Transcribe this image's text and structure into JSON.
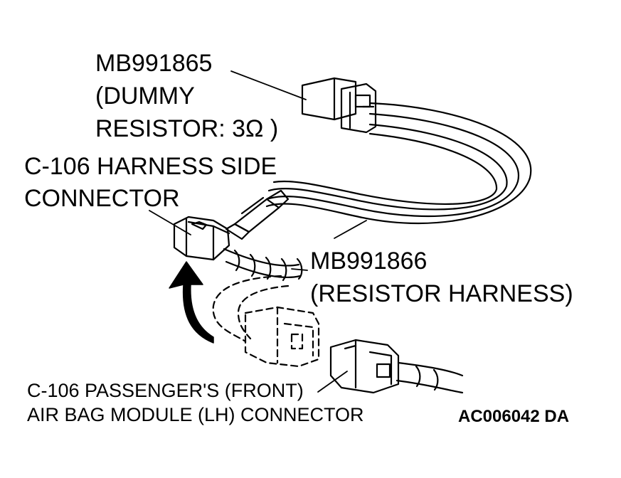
{
  "labels": {
    "dummy_resistor": {
      "line1": "MB991865",
      "line2": "(DUMMY",
      "line3": "RESISTOR: 3Ω )"
    },
    "harness_side_connector": {
      "line1": "C-106 HARNESS SIDE",
      "line2": "CONNECTOR"
    },
    "resistor_harness": {
      "line1": "MB991866",
      "line2": "(RESISTOR HARNESS)"
    },
    "air_bag_module_connector": {
      "line1": "C-106 PASSENGER'S (FRONT)",
      "line2": "AIR BAG MODULE (LH) CONNECTOR"
    },
    "figure_code": "AC006042 DA"
  },
  "colors": {
    "ink": "#000000",
    "paper": "#ffffff"
  }
}
